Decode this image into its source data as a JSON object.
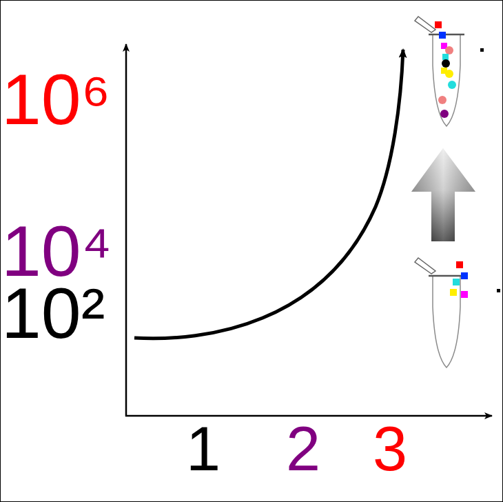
{
  "diagram": {
    "labels": [
      "10⁶",
      "10⁴",
      "10²",
      "1",
      "2",
      "3"
    ]
  }
}
